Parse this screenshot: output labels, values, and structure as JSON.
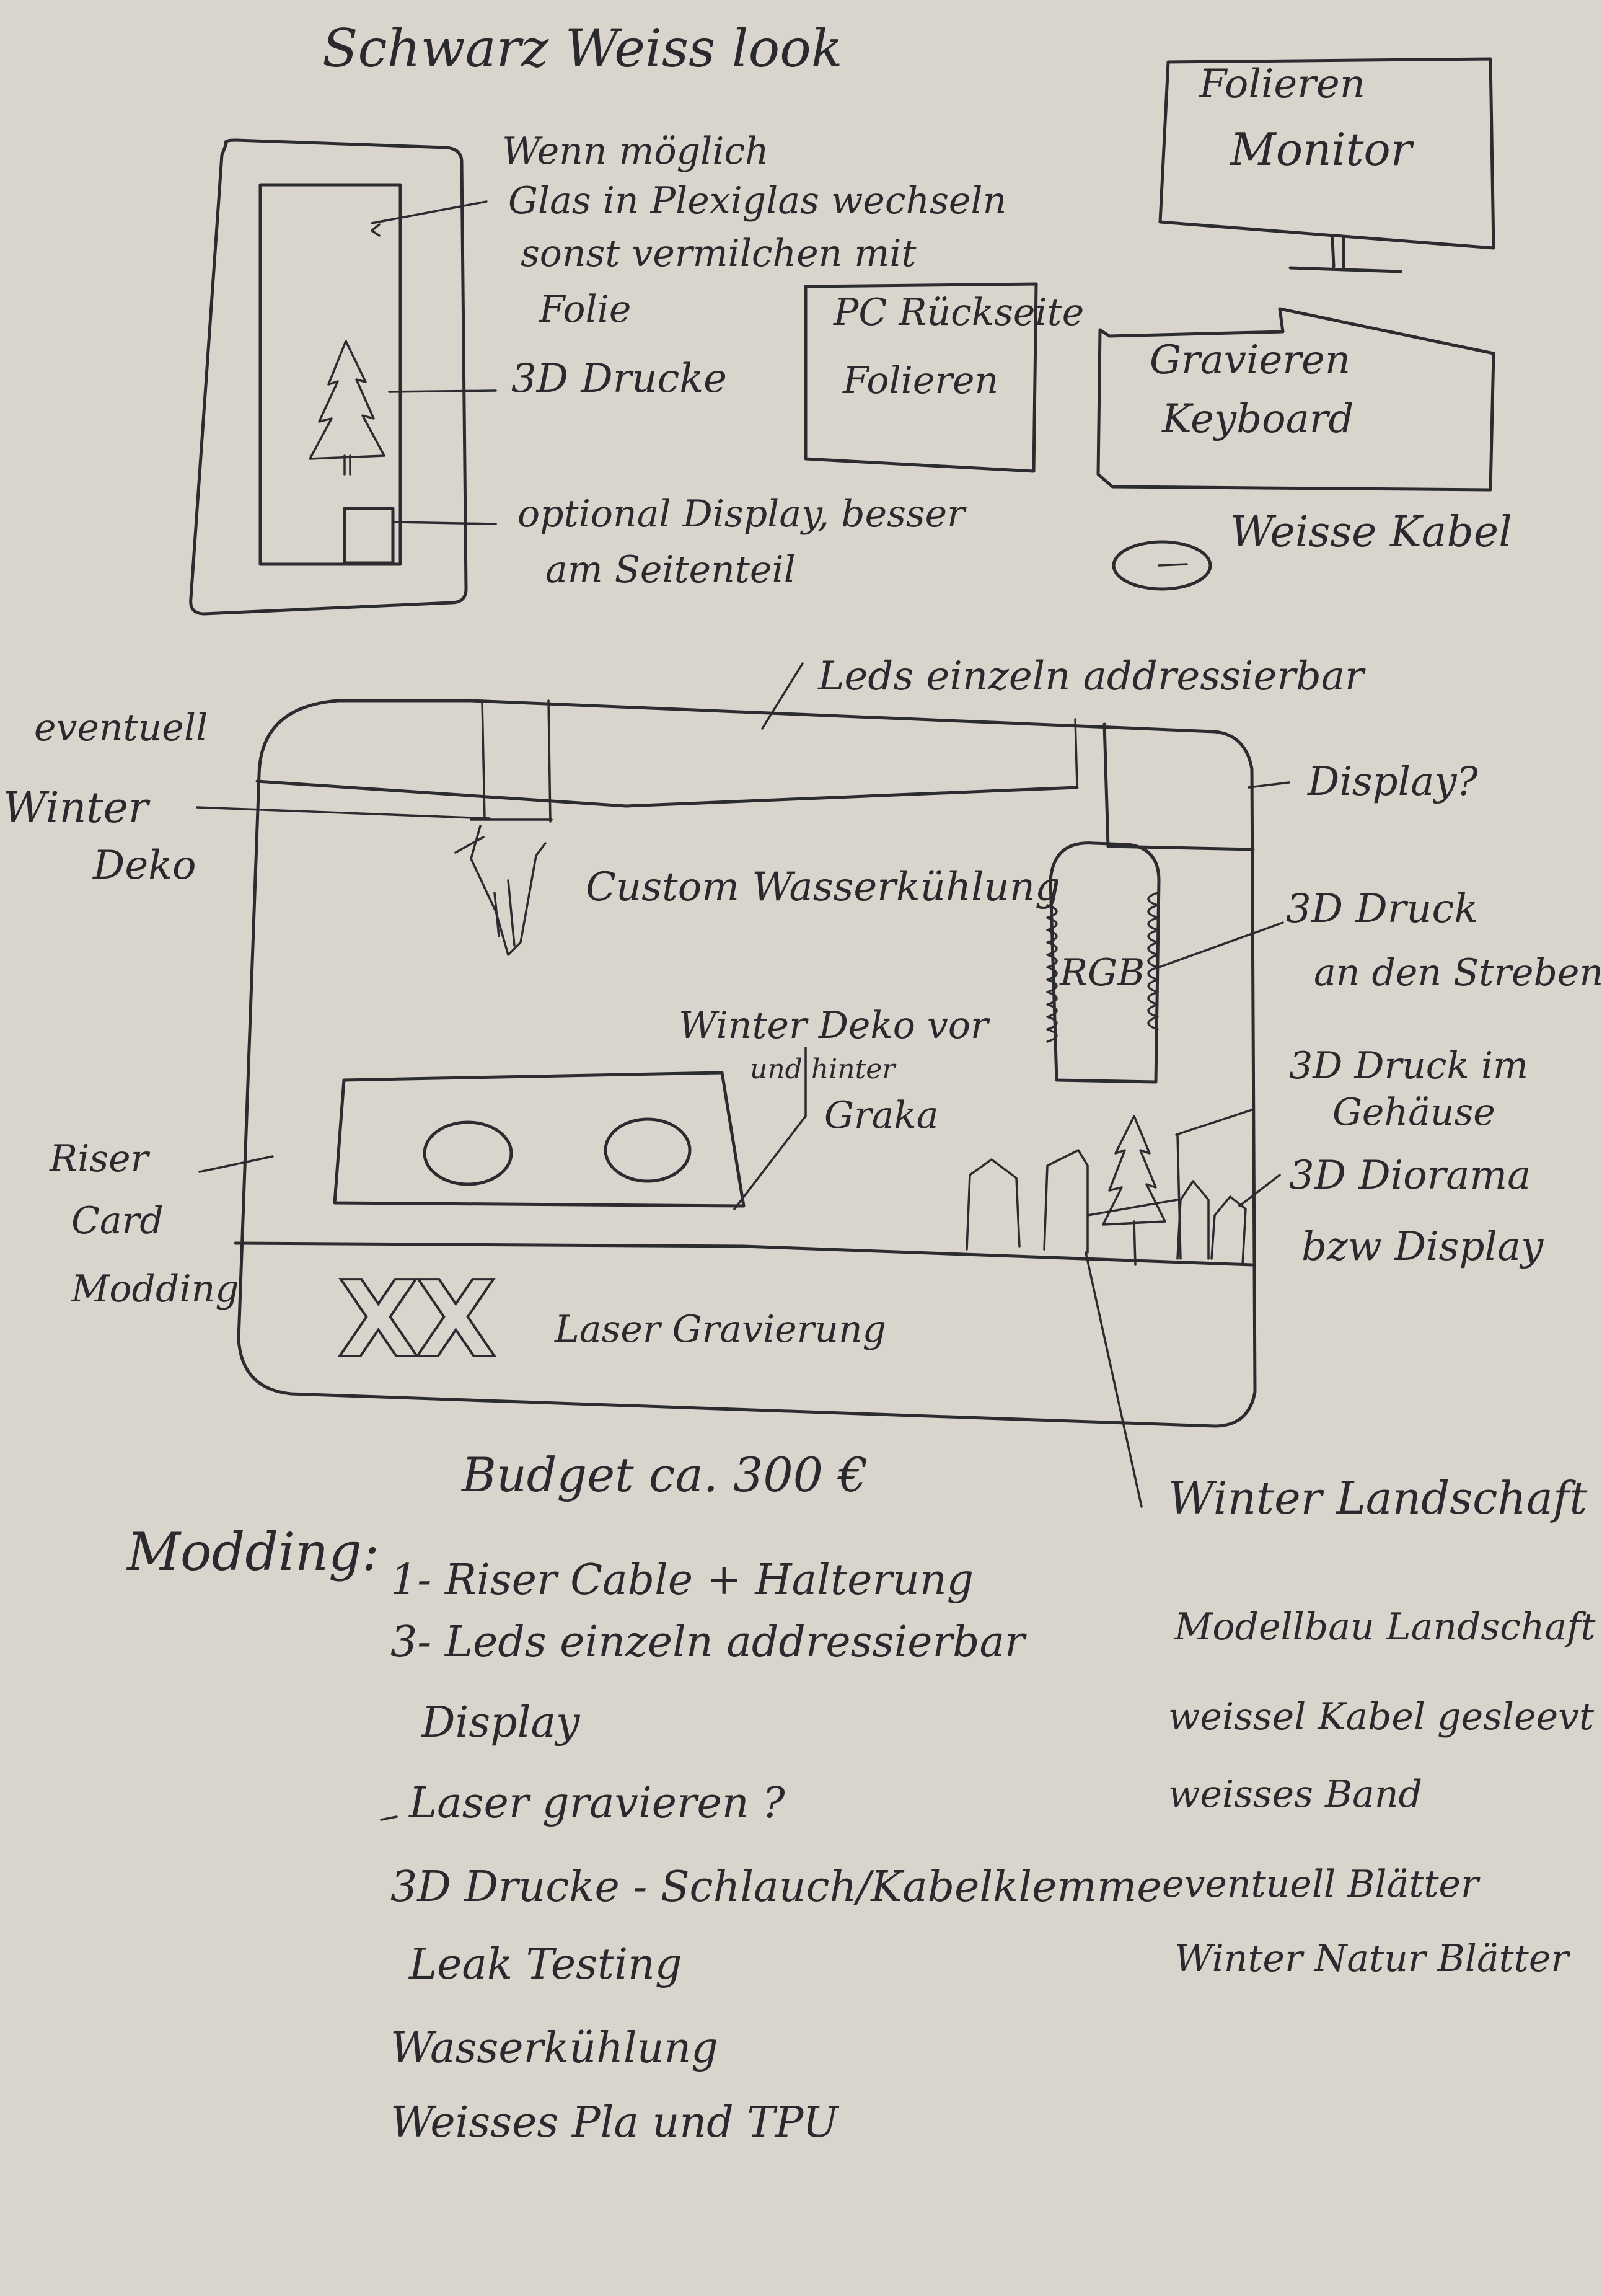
{
  "title": "Schwarz Weiss look",
  "top_left_sketch": {
    "note_glass": [
      "Wenn möglich",
      "Glas in Plexiglas wechseln",
      "sonst vermilchen mit",
      "Folie"
    ],
    "note_3d": "3D Drucke",
    "note_display": [
      "optional Display, besser",
      "am Seitenteil"
    ]
  },
  "pc_back": [
    "PC Rückseite",
    "Folieren"
  ],
  "monitor": [
    "Folieren",
    "Monitor"
  ],
  "keyboard": [
    "Gravieren",
    "Keyboard"
  ],
  "cable": "Weisse Kabel",
  "case_sketch": {
    "leds": "Leds einzeln addressierbar",
    "winter_deco": [
      "eventuell",
      "Winter",
      "Deko"
    ],
    "custom_cooling": "Custom Wasserkühlung",
    "display_q": "Display?",
    "struts": [
      "3D Druck",
      "an den Streben"
    ],
    "rgb": "RGB",
    "gpu_deco": [
      "Winter Deko vor",
      "und hinter",
      "Graka"
    ],
    "case_print": [
      "3D Druck im",
      "Gehäuse"
    ],
    "diorama": [
      "3D Diorama",
      "bzw Display"
    ],
    "riser": [
      "Riser",
      "Card",
      "Modding"
    ],
    "engraving_mark": "XX",
    "engraving": "Laser Gravierung",
    "landscape": "Winter Landschaft"
  },
  "budget": "Budget ca. 300 €",
  "modding": {
    "heading": "Modding:",
    "items": [
      "1- Riser Cable + Halterung",
      "3- Leds einzeln addressierbar",
      "Display",
      "Laser gravieren ?",
      "3D Drucke - Schlauch/Kabelklemme",
      "Leak Testing",
      "Wasserkühlung",
      "Weisses Pla und TPU"
    ],
    "side_items": [
      "Modellbau Landschaft",
      "weissel Kabel gesleevt",
      "weisses Band",
      "eventuell Blätter",
      "Winter Natur Blätter"
    ]
  }
}
